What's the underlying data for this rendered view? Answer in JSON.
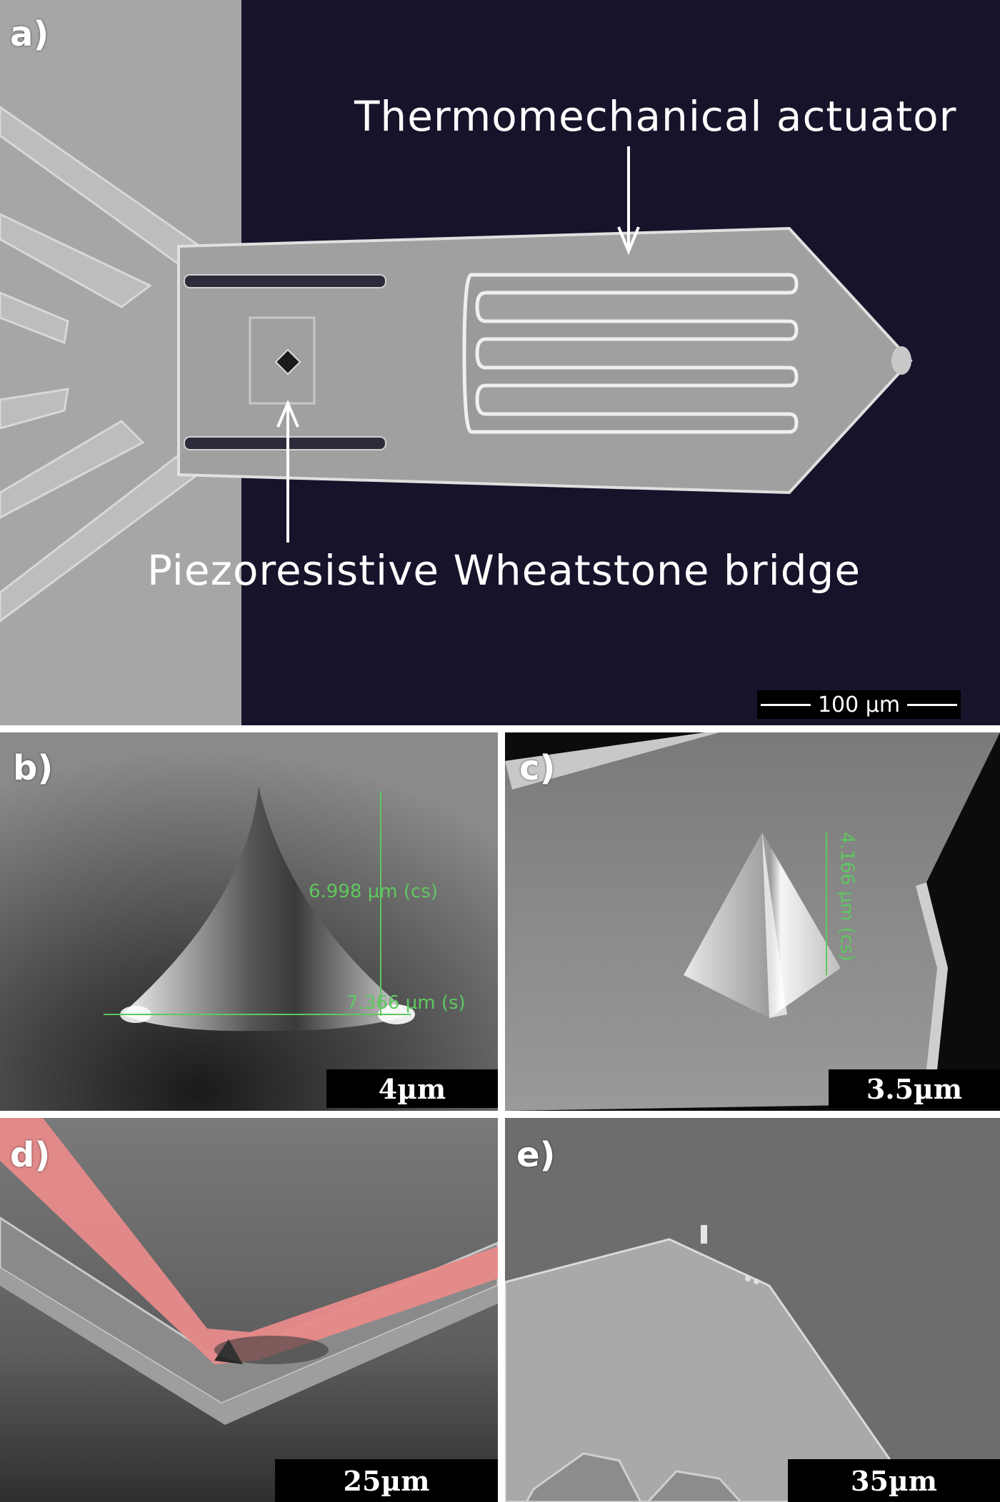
{
  "panels": {
    "a": {
      "label": "a)",
      "actuator_label": "Thermomechanical actuator",
      "bridge_label": "Piezoresistive Wheatstone bridge",
      "scale_bar": "100 µm"
    },
    "b": {
      "label": "b)",
      "height_measure": "6.998 µm (cs)",
      "width_measure": "7.366 µm (s)",
      "scale_bar": "4µm"
    },
    "c": {
      "label": "c)",
      "height_measure": "4.166 µm (cs)",
      "scale_bar": "3.5µm"
    },
    "d": {
      "label": "d)",
      "scale_bar": "25µm"
    },
    "e": {
      "label": "e)",
      "scale_bar": "35µm"
    }
  },
  "colors": {
    "background_dark": "#16132a",
    "substrate_gray": "#a7a7a7",
    "measure_green": "#5fc75f",
    "highlight_red": "#e88a8a"
  }
}
